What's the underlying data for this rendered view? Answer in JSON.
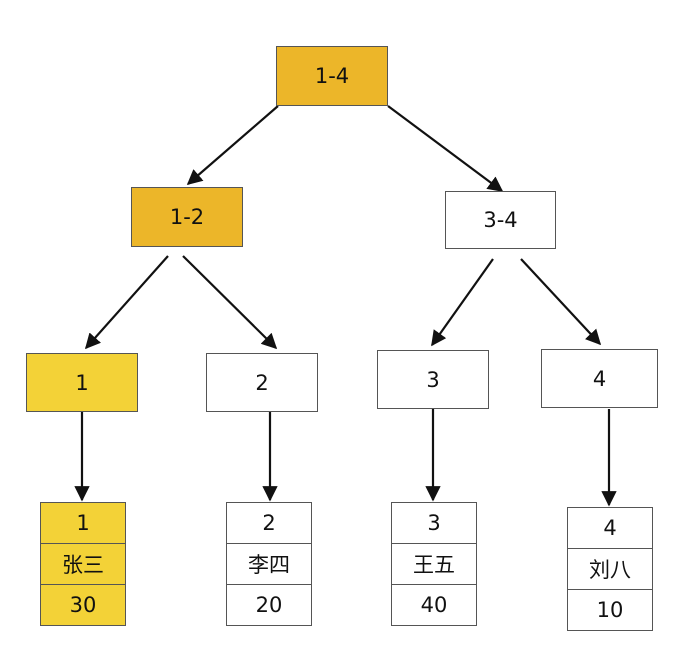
{
  "colors": {
    "highlight_dark": "#ecb629",
    "highlight_light": "#f3d237",
    "border": "#555555",
    "arrow": "#111111",
    "background": "#ffffff"
  },
  "tree": {
    "root": {
      "label": "1-4",
      "highlighted": true
    },
    "left_branch": {
      "label": "1-2",
      "highlighted": true
    },
    "right_branch": {
      "label": "3-4",
      "highlighted": false
    },
    "leaves": [
      {
        "label": "1",
        "highlighted": true
      },
      {
        "label": "2",
        "highlighted": false
      },
      {
        "label": "3",
        "highlighted": false
      },
      {
        "label": "4",
        "highlighted": false
      }
    ],
    "records": [
      {
        "id": "1",
        "name": "张三",
        "value": "30",
        "highlighted": true
      },
      {
        "id": "2",
        "name": "李四",
        "value": "20",
        "highlighted": false
      },
      {
        "id": "3",
        "name": "王五",
        "value": "40",
        "highlighted": false
      },
      {
        "id": "4",
        "name": "刘八",
        "value": "10",
        "highlighted": false
      }
    ]
  }
}
